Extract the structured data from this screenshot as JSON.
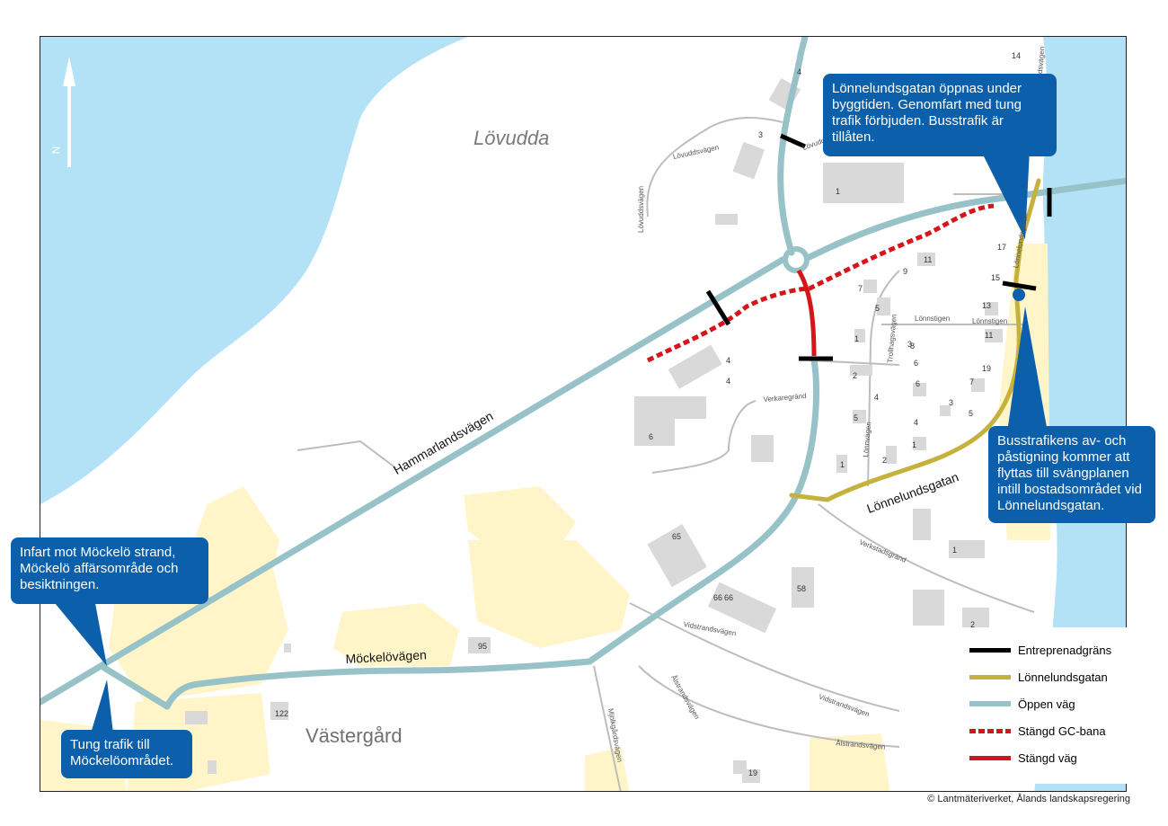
{
  "map": {
    "places": {
      "lovudda": "Lövudda",
      "vastergard": "Västergård"
    },
    "roads": {
      "hammarlandsvagen": "Hammarlandsvägen",
      "mockelovagen": "Möckelövägen",
      "lonnelundsgatan": "Lönnelundsgatan",
      "lovuddsvagen": "Lövuddsvägen",
      "lovuddsvagen2": "Lövuddsvägen",
      "lonnstigen": "Lönnstigen",
      "lonnstigen2": "Lönnstigen",
      "verkaregrand": "Verkaregränd",
      "verkstadsgrand": "Verkstadsgränd",
      "vidstrandsvagen": "Vidstrandsvägen",
      "vidstrandsvagen2": "Vidstrandsvägen",
      "alstrandsvagen": "Ålstrandsvägen",
      "alstrandsvagen2": "Ålstrandsvägen",
      "lonnelundsgatan_small": "Lönnelundsgatan",
      "lonnvagen": "Lönnvägen",
      "trollhagsvagen": "Trollhagsvägen",
      "lovoddsvagen_small": "Lövuddsvägen",
      "lovuddsstr": "Lövuddsstr.",
      "mjolkvagen": "Mjölkgårdsvägen"
    },
    "numbers": [
      "4",
      "3",
      "1",
      "14",
      "17",
      "15",
      "13",
      "11",
      "9",
      "11",
      "7",
      "5",
      "1",
      "8",
      "6",
      "3",
      "2",
      "4",
      "19",
      "7",
      "6",
      "3",
      "4",
      "5",
      "5",
      "2",
      "1",
      "1",
      "4",
      "4",
      "6",
      "65",
      "66",
      "66",
      "58",
      "1",
      "2",
      "95",
      "122",
      "19"
    ],
    "north_label": "N",
    "colors": {
      "water": "#b3e2f7",
      "open_road": "#97c2c7",
      "closed": "#d7141a",
      "lonnelund": "#c5b23d",
      "limit": "#000000",
      "field": "#fff5c8",
      "building": "#d9d9d9",
      "callout": "#0b5fab"
    }
  },
  "callouts": {
    "lonnelund_open": "Lönnelundsgatan öppnas under byggtiden. Genomfart med tung trafik förbjuden. Busstrafik är tillåten.",
    "bus_stop": "Busstrafikens av- och påstigning kommer att flyttas till svängplanen intill bostadsområdet vid Lönnelundsgatan.",
    "mockelo_entry": "Infart mot Möckelö strand, Möckelö affärsområde och besiktningen.",
    "heavy_traffic": "Tung trafik till Möckelöområdet."
  },
  "legend": {
    "items": [
      {
        "label": "Entreprenadgräns",
        "icon": "solid-black-line"
      },
      {
        "label": "Lönnelundsgatan",
        "icon": "solid-olive-line"
      },
      {
        "label": "Öppen väg",
        "icon": "solid-teal-line"
      },
      {
        "label": "Stängd GC-bana",
        "icon": "dashed-red-line"
      },
      {
        "label": "Stängd väg",
        "icon": "solid-red-line"
      }
    ]
  },
  "copyright": "© Lantmäteriverket, Ålands landskapsregering"
}
